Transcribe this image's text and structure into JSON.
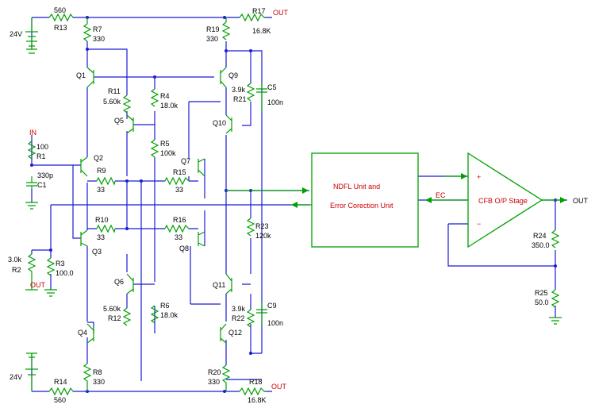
{
  "labels": {
    "v_top": "24V",
    "v_bot": "24V",
    "in": "IN",
    "out_r17": "OUT",
    "out_r18": "OUT",
    "out_r2": "OUT",
    "out_main": "OUT",
    "ec": "EC",
    "plus": "+",
    "minus": "−",
    "ndfl_line1": "NDFL Unit  and",
    "ndfl_line2": "Error Corection Unit",
    "cfb": "CFB O/P Stage"
  },
  "components": {
    "r13_val": "560",
    "r13_ref": "R13",
    "r17_ref": "R17",
    "r17_val": "16.8K",
    "r7_ref": "R7",
    "r7_val": "330",
    "r19_ref": "R19",
    "r19_val": "330",
    "q1": "Q1",
    "q9": "Q9",
    "r11_ref": "R11",
    "r11_val": "5.60k",
    "r4_ref": "R4",
    "r4_val": "18.0k",
    "r21_val": "3.9k",
    "r21_ref": "R21",
    "c5_ref": "C5",
    "c5_val": "100n",
    "q5": "Q5",
    "q10": "Q10",
    "r5_ref": "R5",
    "r5_val": "100k",
    "r1_val": "100",
    "r1_ref": "R1",
    "c1_val": "330p",
    "c1_ref": "C1",
    "q2": "Q2",
    "q7": "Q7",
    "r9_ref": "R9",
    "r9_val": "33",
    "r15_ref": "R15",
    "r15_val": "33",
    "r10_ref": "R10",
    "r10_val": "33",
    "r16_ref": "R16",
    "r16_val": "33",
    "q3": "Q3",
    "q8": "Q8",
    "r23_ref": "R23",
    "r23_val": "120k",
    "r2_val": "3.0k",
    "r2_ref": "R2",
    "r3_ref": "R3",
    "r3_val": "100.0",
    "q6": "Q6",
    "q11": "Q11",
    "r12_val": "5.60k",
    "r12_ref": "R12",
    "r6_ref": "R6",
    "r6_val": "18.0k",
    "r22_val": "3.9k",
    "r22_ref": "R22",
    "c9_ref": "C9",
    "c9_val": "100n",
    "q4": "Q4",
    "q12": "Q12",
    "r8_ref": "R8",
    "r8_val": "330",
    "r20_ref": "R20",
    "r20_val": "330",
    "r14_ref": "R14",
    "r14_val": "560",
    "r18_ref": "R18",
    "r18_val": "16.8K",
    "r24_ref": "R24",
    "r24_val": "350.0",
    "r25_ref": "R25",
    "r25_val": "50.0"
  },
  "colors": {
    "wire": "#1b1bd6",
    "component": "#00a000",
    "label": "#000000",
    "annotation": "#cc0000",
    "background": "#ffffff"
  }
}
